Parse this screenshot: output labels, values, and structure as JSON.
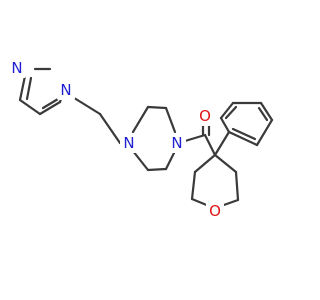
{
  "molecule": {
    "atom_labels": {
      "pyrazole_n1": "N",
      "pyrazole_n2": "N",
      "piperazine_n1": "N",
      "piperazine_n4": "N",
      "carbonyl_o": "O",
      "oxane_o": "O"
    },
    "colors": {
      "bond": "#3a3a3a",
      "nitrogen": "#1f1fd2",
      "oxygen": "#e01414"
    }
  }
}
